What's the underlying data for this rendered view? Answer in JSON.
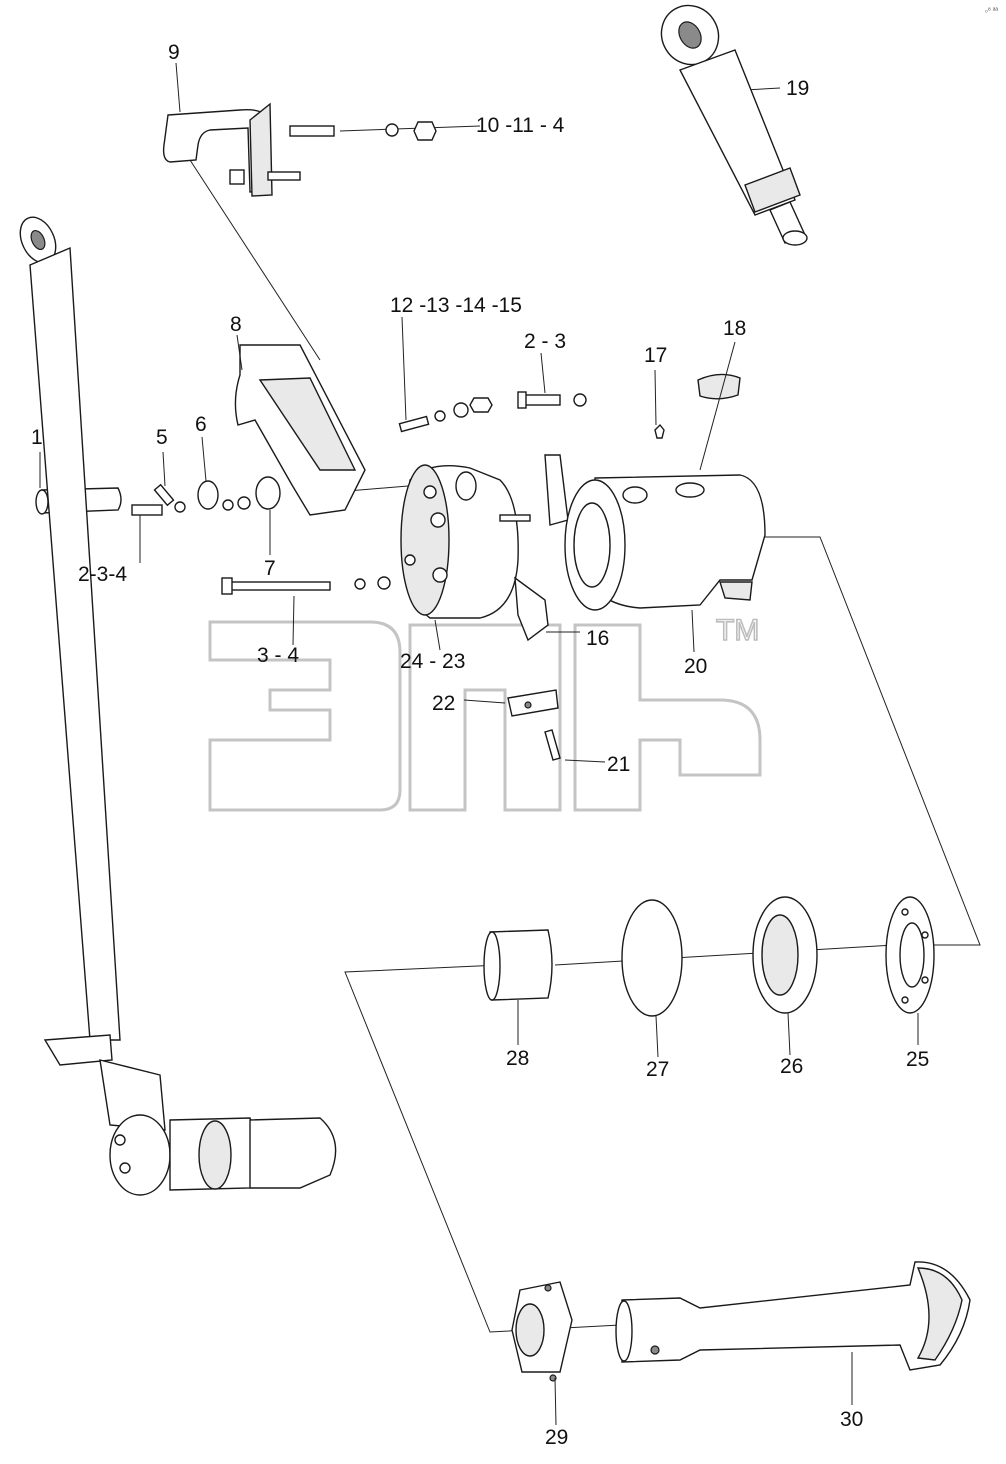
{
  "watermark": {
    "trademark": "TM"
  },
  "corner_mark": "₀⁸ ᵃᵃ",
  "callouts": {
    "c1": "1",
    "c2": "2-3-4",
    "c3": "5",
    "c4": "6",
    "c5": "7",
    "c6": "8",
    "c7": "9",
    "c8": "10 -11 - 4",
    "c9": "12 -13 -14 -15",
    "c10": "2 - 3",
    "c11": "17",
    "c12": "18",
    "c13": "19",
    "c14": "3 - 4",
    "c15": "24 - 23",
    "c16": "16",
    "c17": "20",
    "c18": "22",
    "c19": "21",
    "c20": "28",
    "c21": "27",
    "c22": "26",
    "c23": "25",
    "c24": "29",
    "c25": "30"
  }
}
